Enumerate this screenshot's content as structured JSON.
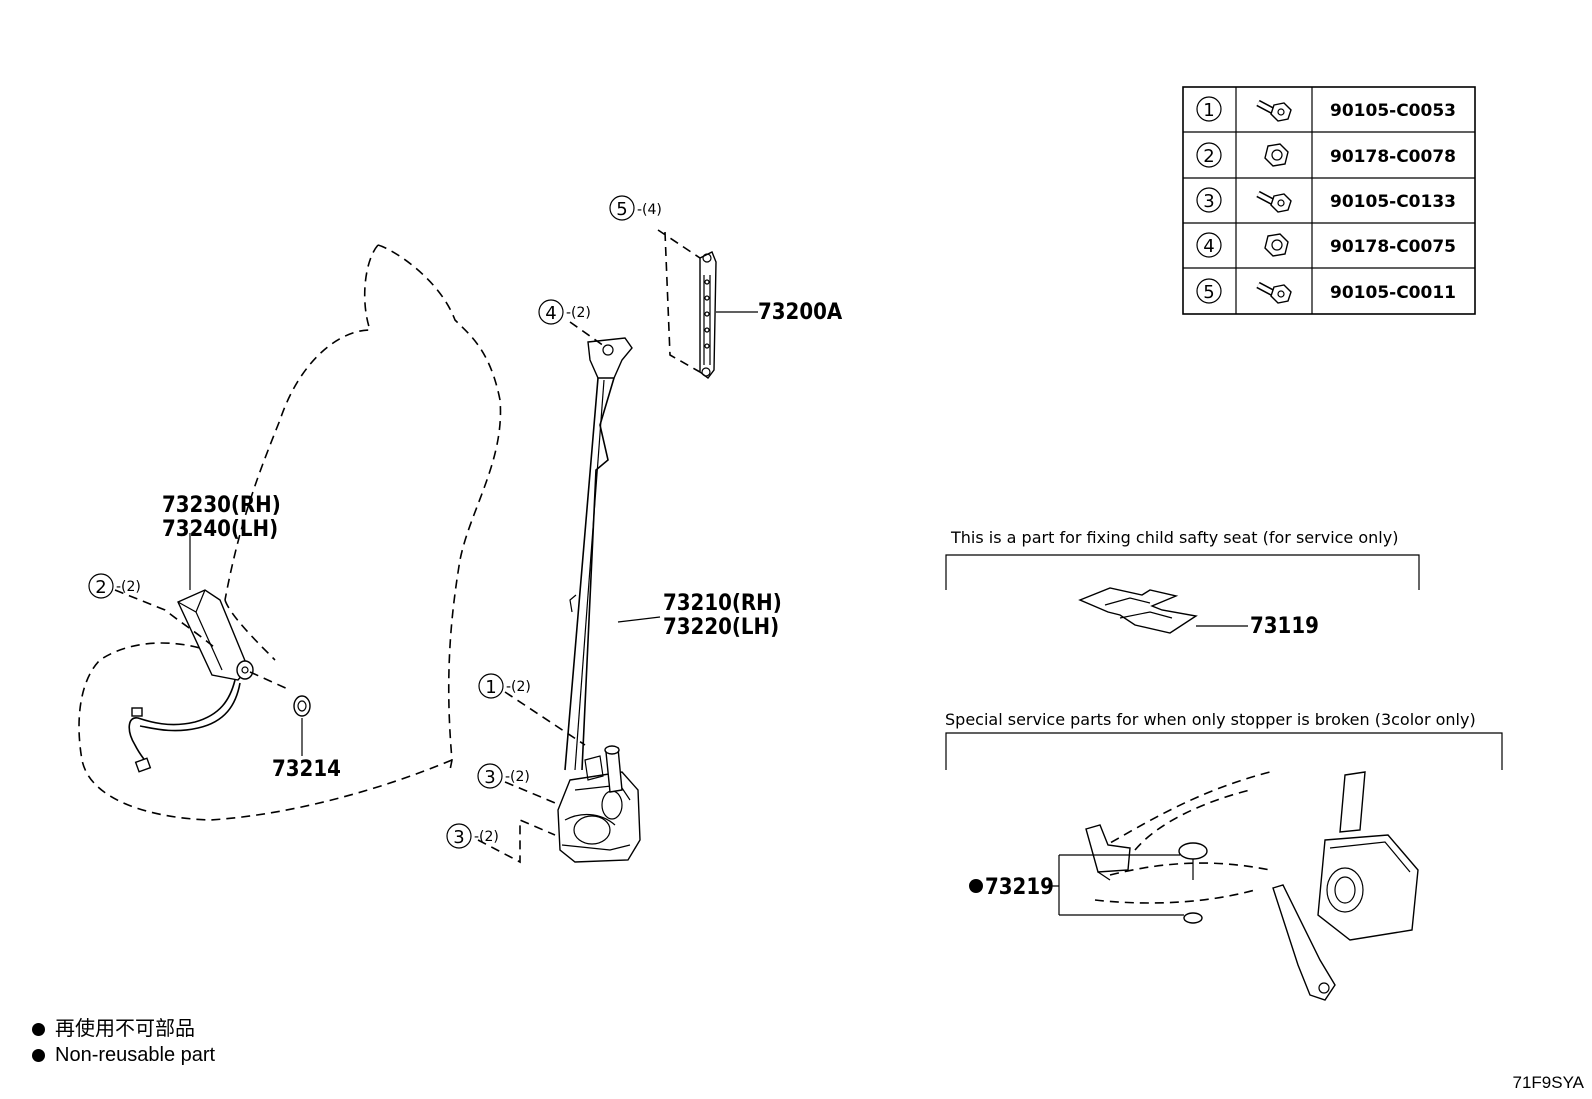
{
  "parts": {
    "seat_belt_top": "73200A",
    "outer_belt_rh": "73210(RH)",
    "outer_belt_lh": "73220(LH)",
    "buckle_rh": "73230(RH)",
    "buckle_lh": "73240(LH)",
    "washer": "73214",
    "child_seat_part": "73119",
    "stopper_part": "73219"
  },
  "callouts": [
    {
      "num": "5",
      "qty": "-(4)"
    },
    {
      "num": "4",
      "qty": "-(2)"
    },
    {
      "num": "2",
      "qty": "-(2)"
    },
    {
      "num": "1",
      "qty": "-(2)"
    },
    {
      "num": "3",
      "qty": "-(2)"
    },
    {
      "num": "3",
      "qty": "-(2)"
    }
  ],
  "fastener_table": [
    {
      "num": "1",
      "icon": "bolt-icon",
      "part": "90105-C0053"
    },
    {
      "num": "2",
      "icon": "nut-icon",
      "part": "90178-C0078"
    },
    {
      "num": "3",
      "icon": "bolt-icon",
      "part": "90105-C0133"
    },
    {
      "num": "4",
      "icon": "nut-icon",
      "part": "90178-C0075"
    },
    {
      "num": "5",
      "icon": "bolt-icon",
      "part": "90105-C0011"
    }
  ],
  "notes": {
    "child_seat": "This is a part for fixing child safty seat (for service only)",
    "stopper": "Special service parts for when only stopper is broken (3color only)"
  },
  "legend": {
    "japanese": "再使用不可部品",
    "english": "Non-reusable part"
  },
  "diagram_code": "71F9SYA"
}
